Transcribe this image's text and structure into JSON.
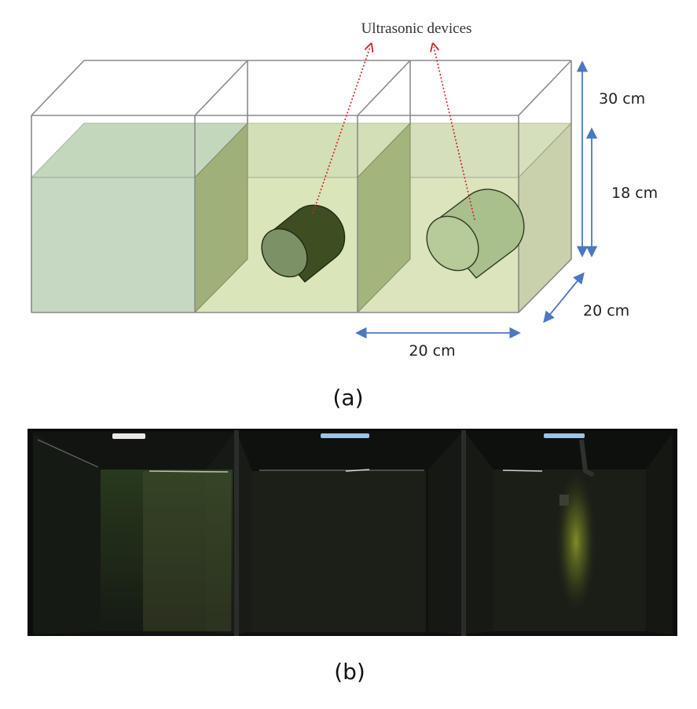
{
  "annotation": {
    "label": "Ultrasonic devices"
  },
  "dimensions": {
    "height_total": "30 cm",
    "water_height": "18 cm",
    "depth": "20 cm",
    "width": "20 cm"
  },
  "captions": {
    "a": "(a)",
    "b": "(b)"
  },
  "colors": {
    "water_left": "#c5d9c0",
    "water_mid": "#d9e4b8",
    "water_right": "#d8e1be",
    "device_dark": "#3c4c22",
    "device_light": "#a8bf8c",
    "arrow": "#d02020",
    "dimension": "#4a78c2",
    "photo_bg": "#0d0f0c"
  }
}
